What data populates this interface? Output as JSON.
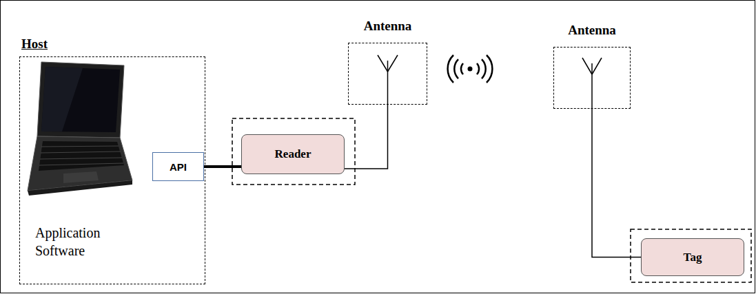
{
  "diagram": {
    "nodes": [
      {
        "text": [
          "Host",
          "Application Software"
        ]
      },
      {
        "text": [
          "API"
        ],
        "in": 0
      },
      {
        "text": [
          "Reader"
        ]
      },
      {
        "text": [
          "Antenna"
        ]
      },
      {
        "text": [
          "Antenna"
        ]
      },
      {
        "text": [
          "Tag"
        ]
      }
    ],
    "edges": [
      {
        "from": 1,
        "to": 2,
        "arrow": "none"
      },
      {
        "from": 2,
        "to": 3,
        "arrow": "none"
      },
      {
        "from": 4,
        "to": 5,
        "arrow": "none"
      }
    ]
  }
}
